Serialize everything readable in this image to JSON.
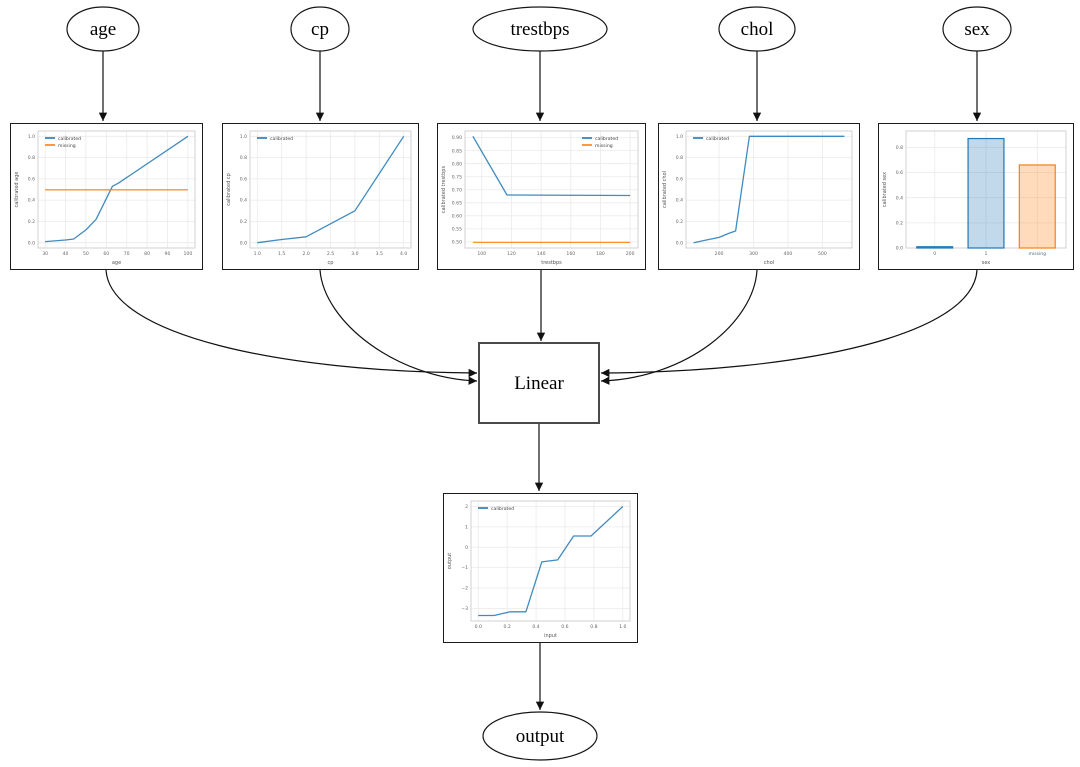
{
  "nodes": {
    "age": "age",
    "cp": "cp",
    "trestbps": "trestbps",
    "chol": "chol",
    "sex": "sex",
    "linear": "Linear",
    "output": "output"
  },
  "colors": {
    "calibrated_line": "#1f77b4",
    "missing_line": "#ff7f0e",
    "edge_stroke": "#111111",
    "grid": "#eaeaea",
    "spine": "#cccccc"
  },
  "chart_data": [
    {
      "id": "age-calibrator",
      "type": "line",
      "xlabel": "age",
      "ylabel": "calibrated age",
      "xlim": [
        26.5,
        103.5
      ],
      "ylim": [
        -0.05,
        1.05
      ],
      "xtick_vals": [
        30,
        40,
        50,
        60,
        70,
        80,
        90,
        100
      ],
      "xtick_labels": [
        "30",
        "40",
        "50",
        "60",
        "70",
        "80",
        "90",
        "100"
      ],
      "ytick_vals": [
        0.0,
        0.2,
        0.4,
        0.6,
        0.8,
        1.0
      ],
      "ytick_labels": [
        "0.0",
        "0.2",
        "0.4",
        "0.6",
        "0.8",
        "1.0"
      ],
      "legend": {
        "pos": "nw",
        "entries": [
          {
            "label": "calibrated",
            "color": "#1f77b4"
          },
          {
            "label": "missing",
            "color": "#ff7f0e"
          }
        ]
      },
      "series": [
        {
          "name": "calibrated",
          "color": "#1f77b4",
          "points": [
            [
              30,
              0.01
            ],
            [
              40,
              0.025
            ],
            [
              44,
              0.035
            ],
            [
              50,
              0.12
            ],
            [
              55,
              0.22
            ],
            [
              63,
              0.53
            ],
            [
              66,
              0.56
            ],
            [
              100,
              1.0
            ]
          ]
        },
        {
          "name": "missing",
          "color": "#ff7f0e",
          "points": [
            [
              30,
              0.497
            ],
            [
              100,
              0.497
            ]
          ]
        }
      ]
    },
    {
      "id": "cp-calibrator",
      "type": "line",
      "xlabel": "cp",
      "ylabel": "calibrated cp",
      "xlim": [
        0.85,
        4.15
      ],
      "ylim": [
        -0.05,
        1.05
      ],
      "xtick_vals": [
        1.0,
        1.5,
        2.0,
        2.5,
        3.0,
        3.5,
        4.0
      ],
      "xtick_labels": [
        "1.0",
        "1.5",
        "2.0",
        "2.5",
        "3.0",
        "3.5",
        "4.0"
      ],
      "ytick_vals": [
        0.0,
        0.2,
        0.4,
        0.6,
        0.8,
        1.0
      ],
      "ytick_labels": [
        "0.0",
        "0.2",
        "0.4",
        "0.6",
        "0.8",
        "1.0"
      ],
      "legend": {
        "pos": "nw",
        "entries": [
          {
            "label": "calibrated",
            "color": "#1f77b4"
          }
        ]
      },
      "series": [
        {
          "name": "calibrated",
          "color": "#1f77b4",
          "points": [
            [
              1.0,
              0.0
            ],
            [
              1.5,
              0.03
            ],
            [
              2.0,
              0.055
            ],
            [
              3.0,
              0.3
            ],
            [
              4.0,
              1.0
            ]
          ]
        }
      ]
    },
    {
      "id": "trestbps-calibrator",
      "type": "line",
      "xlabel": "trestbps",
      "ylabel": "calibrated trestbps",
      "xlim": [
        88.7,
        205.3
      ],
      "ylim": [
        0.4766,
        0.9254
      ],
      "xtick_vals": [
        100,
        120,
        140,
        160,
        180,
        200
      ],
      "xtick_labels": [
        "100",
        "120",
        "140",
        "160",
        "180",
        "200"
      ],
      "ytick_vals": [
        0.5,
        0.55,
        0.6,
        0.65,
        0.7,
        0.75,
        0.8,
        0.85,
        0.9
      ],
      "ytick_labels": [
        "0.50",
        "0.55",
        "0.60",
        "0.65",
        "0.70",
        "0.75",
        "0.80",
        "0.85",
        "0.90"
      ],
      "legend": {
        "pos": "ne",
        "entries": [
          {
            "label": "calibrated",
            "color": "#1f77b4"
          },
          {
            "label": "missing",
            "color": "#ff7f0e"
          }
        ]
      },
      "series": [
        {
          "name": "calibrated",
          "color": "#1f77b4",
          "points": [
            [
              94,
              0.905
            ],
            [
              117,
              0.68
            ],
            [
              200,
              0.678
            ]
          ]
        },
        {
          "name": "missing",
          "color": "#ff7f0e",
          "points": [
            [
              94,
              0.498
            ],
            [
              200,
              0.498
            ]
          ]
        }
      ]
    },
    {
      "id": "chol-calibrator",
      "type": "line",
      "xlabel": "chol",
      "ylabel": "calibrated chol",
      "xlim": [
        104,
        586
      ],
      "ylim": [
        -0.05,
        1.05
      ],
      "xtick_vals": [
        200,
        300,
        400,
        500
      ],
      "xtick_labels": [
        "200",
        "300",
        "400",
        "500"
      ],
      "ytick_vals": [
        0.0,
        0.2,
        0.4,
        0.6,
        0.8,
        1.0
      ],
      "ytick_labels": [
        "0.0",
        "0.2",
        "0.4",
        "0.6",
        "0.8",
        "1.0"
      ],
      "legend": {
        "pos": "nw",
        "entries": [
          {
            "label": "calibrated",
            "color": "#1f77b4"
          }
        ]
      },
      "series": [
        {
          "name": "calibrated",
          "color": "#1f77b4",
          "points": [
            [
              126,
              0.0
            ],
            [
              170,
              0.03
            ],
            [
              200,
              0.05
            ],
            [
              230,
              0.09
            ],
            [
              248,
              0.11
            ],
            [
              288,
              1.0
            ],
            [
              564,
              1.0
            ]
          ]
        }
      ]
    },
    {
      "id": "sex-calibrator",
      "type": "bar",
      "xlabel": "sex",
      "ylabel": "calibrated sex",
      "ylim": [
        0,
        0.93
      ],
      "categories": [
        "0",
        "1",
        "missing"
      ],
      "values": [
        0.01,
        0.87,
        0.66
      ],
      "bar_edges": [
        "#1f77b4",
        "#1f77b4",
        "#ff7f0e"
      ],
      "bar_fills": [
        "rgba(31,119,180,0.28)",
        "rgba(31,119,180,0.28)",
        "rgba(255,127,14,0.28)"
      ],
      "ytick_vals": [
        0.0,
        0.2,
        0.4,
        0.6,
        0.8
      ],
      "ytick_labels": [
        "0.0",
        "0.2",
        "0.4",
        "0.6",
        "0.8"
      ]
    },
    {
      "id": "output-calibrator",
      "type": "line",
      "xlabel": "input",
      "ylabel": "output",
      "xlim": [
        -0.05,
        1.05
      ],
      "ylim": [
        -3.62,
        2.27
      ],
      "xtick_vals": [
        0.0,
        0.2,
        0.4,
        0.6,
        0.8,
        1.0
      ],
      "xtick_labels": [
        "0.0",
        "0.2",
        "0.4",
        "0.6",
        "0.8",
        "1.0"
      ],
      "ytick_vals": [
        -3,
        -2,
        -1,
        0,
        1,
        2
      ],
      "ytick_labels": [
        "−3",
        "−2",
        "−1",
        "0",
        "1",
        "2"
      ],
      "legend": {
        "pos": "nw",
        "entries": [
          {
            "label": "calibrated",
            "color": "#1f77b4"
          }
        ]
      },
      "series": [
        {
          "name": "calibrated",
          "color": "#1f77b4",
          "points": [
            [
              0.0,
              -3.35
            ],
            [
              0.11,
              -3.35
            ],
            [
              0.22,
              -3.17
            ],
            [
              0.33,
              -3.17
            ],
            [
              0.44,
              -0.72
            ],
            [
              0.55,
              -0.62
            ],
            [
              0.66,
              0.55
            ],
            [
              0.78,
              0.55
            ],
            [
              1.0,
              2.0
            ]
          ]
        }
      ]
    }
  ]
}
